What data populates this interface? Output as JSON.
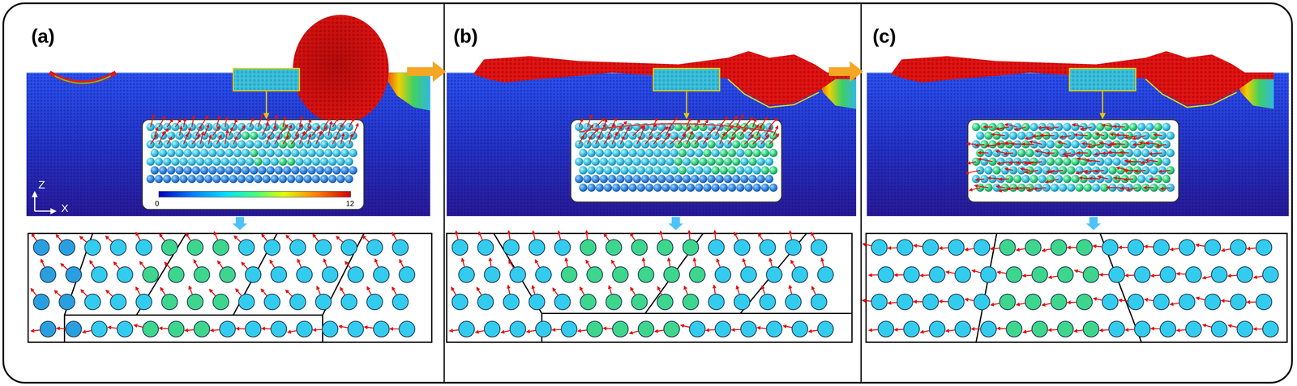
{
  "diagram": {
    "nodes": [
      {
        "text": [
          "(a)"
        ]
      },
      {
        "text": [
          "(b)"
        ]
      },
      {
        "text": [
          "(c)"
        ]
      }
    ],
    "edges": [
      {
        "from": 0,
        "to": 1,
        "arrow": "to"
      },
      {
        "from": 1,
        "to": 2,
        "arrow": "to"
      }
    ],
    "labels": [
      "Z",
      "X",
      "0",
      "12"
    ]
  }
}
